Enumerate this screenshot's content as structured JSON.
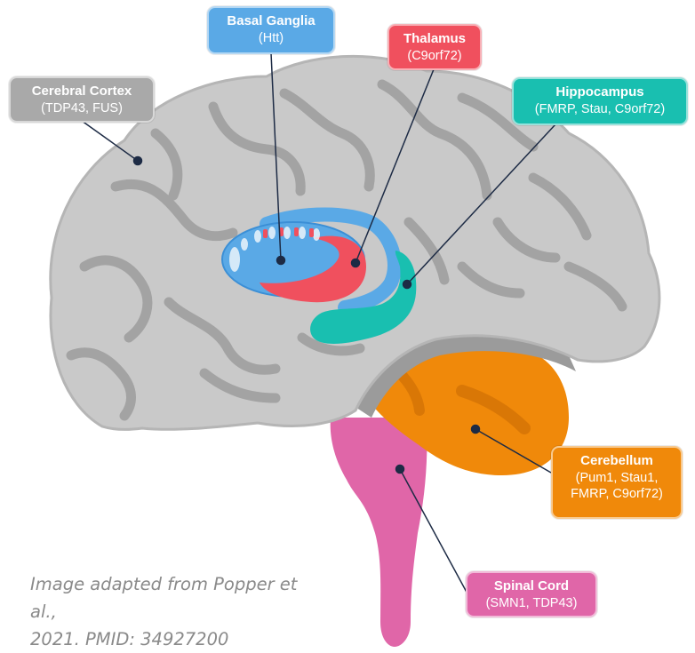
{
  "regions": [
    {
      "key": "basal_ganglia",
      "title": "Basal Ganglia",
      "genes": "(Htt)",
      "color": "#5aa9e6"
    },
    {
      "key": "thalamus",
      "title": "Thalamus",
      "genes": "(C9orf72)",
      "color": "#f0505e"
    },
    {
      "key": "cerebral_cortex",
      "title": "Cerebral Cortex",
      "genes": "(TDP43, FUS)",
      "color": "#a9a9a9"
    },
    {
      "key": "hippocampus",
      "title": "Hippocampus",
      "genes": "(FMRP, Stau, C9orf72)",
      "color": "#19bfb0"
    },
    {
      "key": "cerebellum",
      "title": "Cerebellum",
      "genes": [
        "(Pum1, Stau1,",
        "FMRP, C9orf72)"
      ],
      "color": "#f0890a"
    },
    {
      "key": "spinal_cord",
      "title": "Spinal Cord",
      "genes": "(SMN1, TDP43)",
      "color": "#e066a8"
    }
  ],
  "caption": [
    "Image adapted from Popper et al.,",
    "2021. PMID: 34927200"
  ],
  "colors": {
    "brain": "#c9c9c9",
    "brain_outline": "#b5b5b5",
    "sulci": "#a3a3a3",
    "pointer": "#1d2b45",
    "stem_band": "#9b9b9b"
  }
}
